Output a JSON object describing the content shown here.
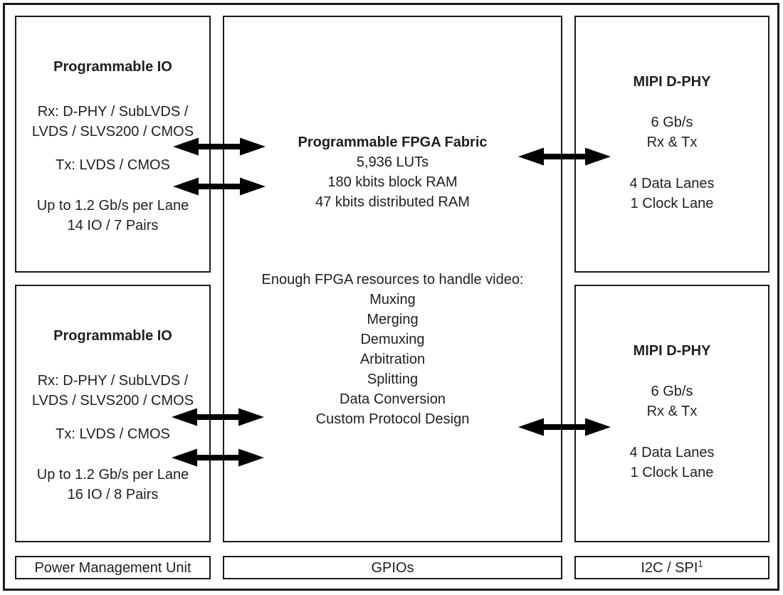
{
  "diagram": {
    "left_column": {
      "io_top": {
        "title": "Programmable IO",
        "rx_line1": "Rx: D-PHY / SubLVDS /",
        "rx_line2": "LVDS / SLVS200 / CMOS",
        "tx": "Tx: LVDS / CMOS",
        "speed": "Up to 1.2 Gb/s per Lane",
        "pairs": "14 IO / 7 Pairs"
      },
      "io_bottom": {
        "title": "Programmable IO",
        "rx_line1": "Rx: D-PHY / SubLVDS /",
        "rx_line2": "LVDS / SLVS200 / CMOS",
        "tx": "Tx: LVDS / CMOS",
        "speed": "Up to 1.2 Gb/s per Lane",
        "pairs": "16 IO / 8 Pairs"
      },
      "pmu_label": "Power Management Unit"
    },
    "center_column": {
      "fabric": {
        "title": "Programmable FPGA Fabric",
        "luts": "5,936 LUTs",
        "block_ram": "180 kbits block RAM",
        "dist_ram": "47 kbits distributed RAM",
        "resources_heading": "Enough FPGA resources to handle video:",
        "capabilities": [
          "Muxing",
          "Merging",
          "Demuxing",
          "Arbitration",
          "Splitting",
          "Data Conversion",
          "Custom Protocol Design"
        ]
      },
      "gpio_label": "GPIOs"
    },
    "right_column": {
      "dphy_top": {
        "title": "MIPI D-PHY",
        "speed": "6 Gb/s",
        "rxtx": "Rx & Tx",
        "data_lanes": "4 Data Lanes",
        "clock_lane": "1 Clock Lane"
      },
      "dphy_bottom": {
        "title": "MIPI D-PHY",
        "speed": "6 Gb/s",
        "rxtx": "Rx & Tx",
        "data_lanes": "4 Data Lanes",
        "clock_lane": "1 Clock Lane"
      },
      "i2c_label": "I2C / SPI",
      "i2c_superscript": "1"
    },
    "colors": {
      "border": "#1a1a1a",
      "text": "#1f1f1f",
      "arrow": "#000000",
      "background": "#ffffff"
    }
  }
}
